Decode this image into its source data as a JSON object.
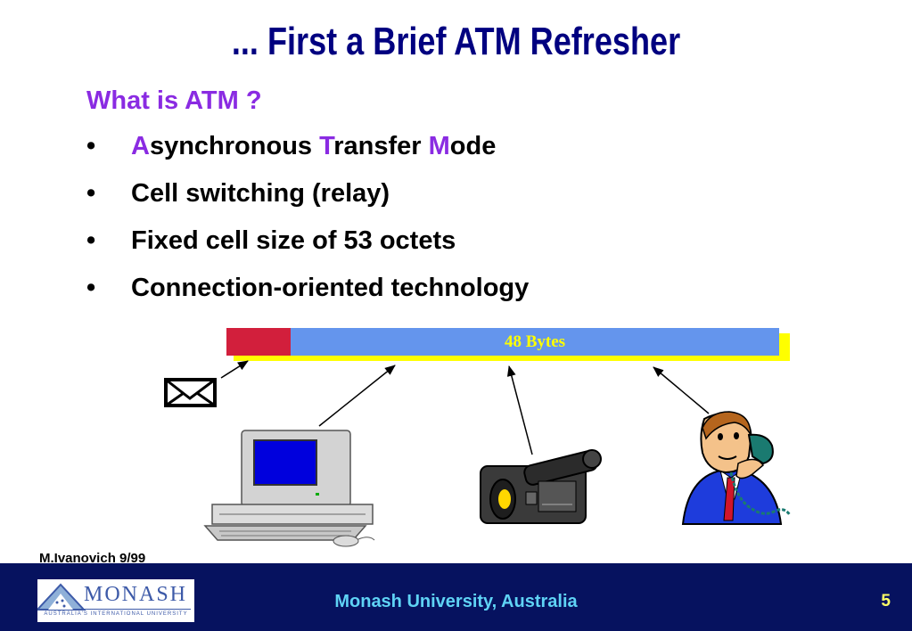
{
  "title": "... First a Brief ATM Refresher",
  "subtitle": "What is ATM ?",
  "bullet_marker": "•",
  "bullets": {
    "item0": {
      "a1": "A",
      "b1": "synchronous ",
      "a2": "T",
      "b2": "ransfer ",
      "a3": "M",
      "b3": "ode"
    },
    "item1": "Cell switching (relay)",
    "item2": "Fixed cell size of 53 octets",
    "item3": "Connection-oriented technology"
  },
  "cell": {
    "payload_label": "48 Bytes"
  },
  "footer": {
    "author": "M.Ivanovich 9/99",
    "university": "Monash University, Australia",
    "page_number": "5",
    "logo_text": "MONASH",
    "logo_subtext": "AUSTRALIA'S INTERNATIONAL UNIVERSITY"
  },
  "icons": [
    "envelope-icon",
    "computer-icon",
    "video-camera-icon",
    "phone-person-icon",
    "monash-logo"
  ],
  "colors": {
    "title": "#000080",
    "accent": "#8a2be2",
    "cell_header": "#d21f3c",
    "cell_payload": "#6495ed",
    "cell_shadow": "#ffff00",
    "footer_bg": "#06125f",
    "footer_text": "#5fd3f5"
  }
}
